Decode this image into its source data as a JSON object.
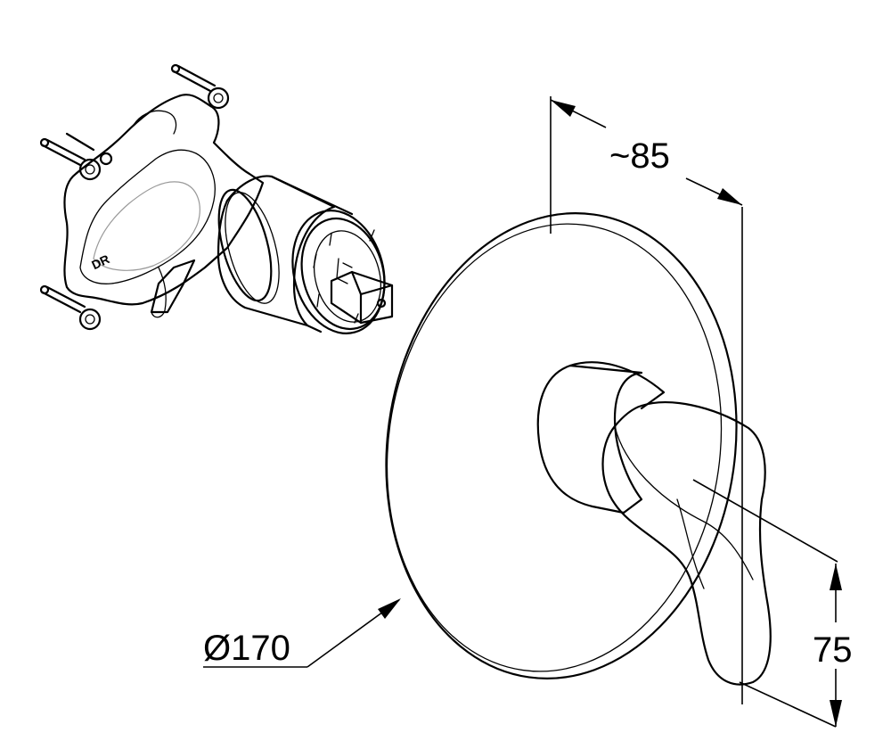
{
  "dimensions": {
    "depth_label": "~85",
    "diameter_label": "Ø170",
    "handle_label": "75"
  },
  "body_stamp": "DR"
}
